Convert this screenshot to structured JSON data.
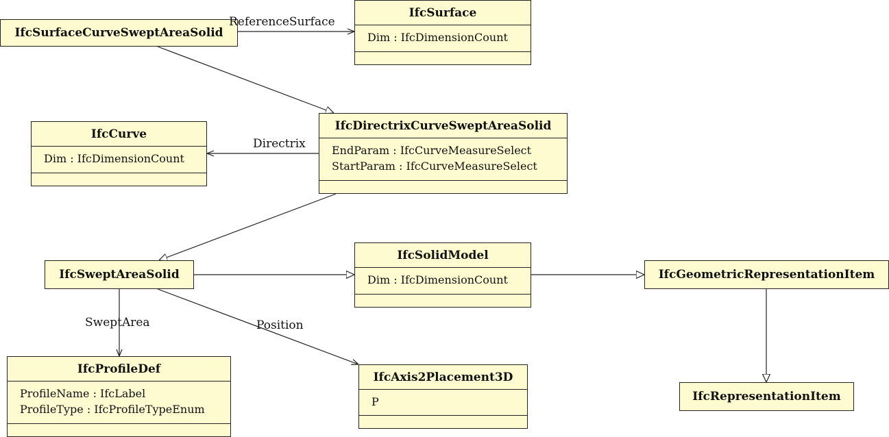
{
  "classes": {
    "surface_curve_swept": {
      "name": "IfcSurfaceCurveSweptAreaSolid"
    },
    "surface": {
      "name": "IfcSurface",
      "attrs": [
        "Dim : IfcDimensionCount"
      ]
    },
    "curve": {
      "name": "IfcCurve",
      "attrs": [
        "Dim : IfcDimensionCount"
      ]
    },
    "directrix_curve_swept": {
      "name": "IfcDirectrixCurveSweptAreaSolid",
      "attrs": [
        "EndParam : IfcCurveMeasureSelect",
        "StartParam : IfcCurveMeasureSelect"
      ]
    },
    "swept_area_solid": {
      "name": "IfcSweptAreaSolid"
    },
    "solid_model": {
      "name": "IfcSolidModel",
      "attrs": [
        "Dim : IfcDimensionCount"
      ]
    },
    "geometric_rep_item": {
      "name": "IfcGeometricRepresentationItem"
    },
    "profile_def": {
      "name": "IfcProfileDef",
      "attrs": [
        "ProfileName : IfcLabel",
        "ProfileType : IfcProfileTypeEnum"
      ]
    },
    "axis2placement3d": {
      "name": "IfcAxis2Placement3D",
      "attrs": [
        "P"
      ]
    },
    "representation_item": {
      "name": "IfcRepresentationItem"
    }
  },
  "labels": {
    "reference_surface": "ReferenceSurface",
    "directrix": "Directrix",
    "swept_area": "SweptArea",
    "position": "Position"
  }
}
